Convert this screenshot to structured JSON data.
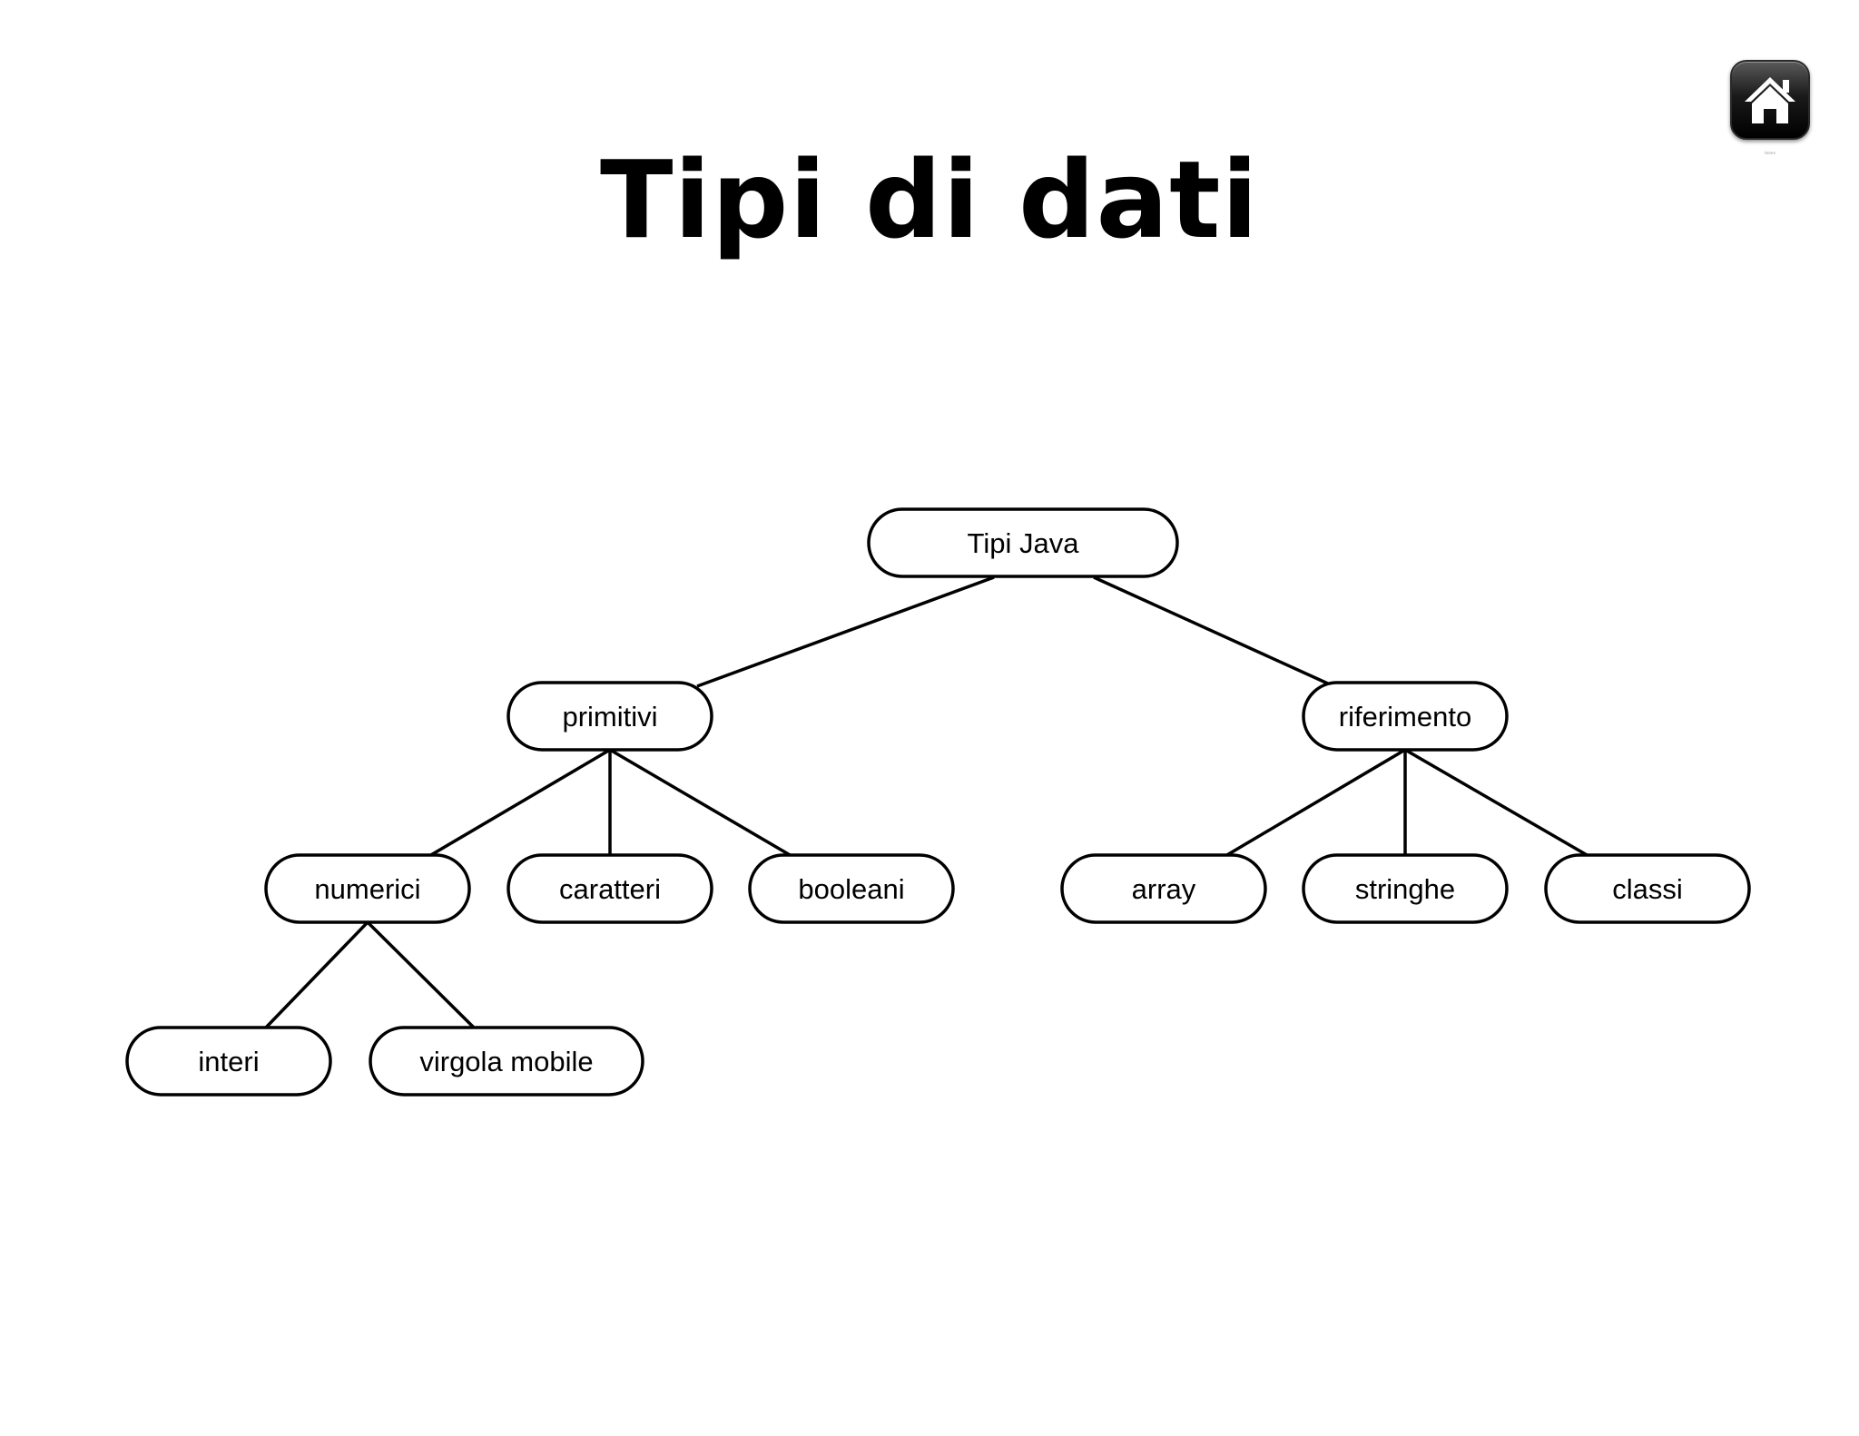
{
  "title": "Tipi di dati",
  "home_button": {
    "icon": "home-icon",
    "caption": "Home"
  },
  "tree": {
    "root": "Tipi Java",
    "nodes": [
      {
        "id": "tipi-java",
        "label": "Tipi Java",
        "parent": null
      },
      {
        "id": "primitivi",
        "label": "primitivi",
        "parent": "tipi-java"
      },
      {
        "id": "riferimento",
        "label": "riferimento",
        "parent": "tipi-java"
      },
      {
        "id": "numerici",
        "label": "numerici",
        "parent": "primitivi"
      },
      {
        "id": "caratteri",
        "label": "caratteri",
        "parent": "primitivi"
      },
      {
        "id": "booleani",
        "label": "booleani",
        "parent": "primitivi"
      },
      {
        "id": "array",
        "label": "array",
        "parent": "riferimento"
      },
      {
        "id": "stringhe",
        "label": "stringhe",
        "parent": "riferimento"
      },
      {
        "id": "classi",
        "label": "classi",
        "parent": "riferimento"
      },
      {
        "id": "interi",
        "label": "interi",
        "parent": "numerici"
      },
      {
        "id": "virgola-mobile",
        "label": "virgola mobile",
        "parent": "numerici"
      }
    ]
  }
}
